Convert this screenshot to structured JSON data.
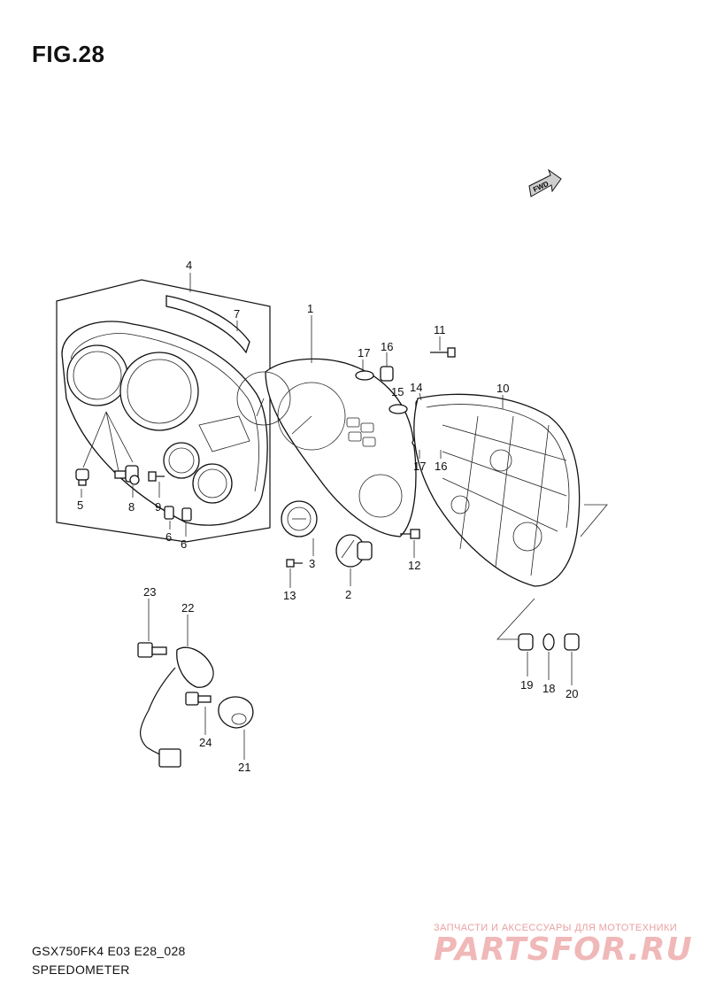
{
  "figure": {
    "title": "FIG.28"
  },
  "fwd_arrow": {
    "label": "FWD",
    "icon": "forward-direction-arrow-icon"
  },
  "callouts": [
    {
      "id": "c1",
      "text": "1"
    },
    {
      "id": "c2",
      "text": "2"
    },
    {
      "id": "c3",
      "text": "3"
    },
    {
      "id": "c4",
      "text": "4"
    },
    {
      "id": "c5",
      "text": "5"
    },
    {
      "id": "c6a",
      "text": "6"
    },
    {
      "id": "c6b",
      "text": "6"
    },
    {
      "id": "c7",
      "text": "7"
    },
    {
      "id": "c8",
      "text": "8"
    },
    {
      "id": "c9",
      "text": "9"
    },
    {
      "id": "c10",
      "text": "10"
    },
    {
      "id": "c11",
      "text": "11"
    },
    {
      "id": "c12",
      "text": "12"
    },
    {
      "id": "c13",
      "text": "13"
    },
    {
      "id": "c14",
      "text": "14"
    },
    {
      "id": "c15",
      "text": "15"
    },
    {
      "id": "c16a",
      "text": "16"
    },
    {
      "id": "c16b",
      "text": "16"
    },
    {
      "id": "c17a",
      "text": "17"
    },
    {
      "id": "c17b",
      "text": "17"
    },
    {
      "id": "c18",
      "text": "18"
    },
    {
      "id": "c19",
      "text": "19"
    },
    {
      "id": "c20",
      "text": "20"
    },
    {
      "id": "c21",
      "text": "21"
    },
    {
      "id": "c22",
      "text": "22"
    },
    {
      "id": "c23",
      "text": "23"
    },
    {
      "id": "c24",
      "text": "24"
    }
  ],
  "footer": {
    "code": "GSX750FK4 E03 E28_028",
    "name": "SPEEDOMETER"
  },
  "watermark": {
    "tagline": "ЗАПЧАСТИ И АКСЕССУАРЫ ДЛЯ МОТОТЕХНИКИ",
    "logo": "PARTSFOR.RU",
    "color": "#e03030"
  }
}
